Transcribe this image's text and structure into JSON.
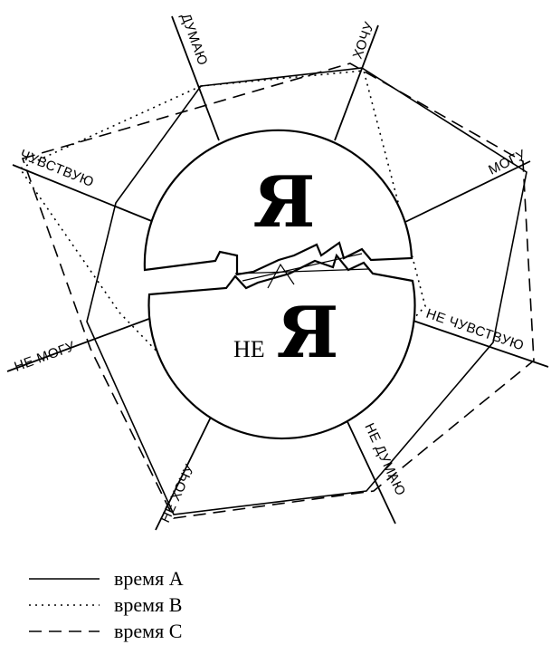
{
  "center": {
    "top_label": "Я",
    "bottom_prefix": "НЕ",
    "bottom_label": "Я"
  },
  "axes": [
    {
      "label": "ДУМАЮ"
    },
    {
      "label": "ХОЧУ"
    },
    {
      "label": "МОГУ"
    },
    {
      "label": "НЕ ЧУВСТВУЮ"
    },
    {
      "label": "НЕ ДУМАЮ"
    },
    {
      "label": "НЕ ХОЧУ"
    },
    {
      "label": "НЕ МОГУ"
    },
    {
      "label": "ЧУВСТВУЮ"
    }
  ],
  "legend": [
    {
      "label": "время A",
      "style": "solid"
    },
    {
      "label": "время B",
      "style": "dotted"
    },
    {
      "label": "время C",
      "style": "dashed"
    }
  ],
  "colors": {
    "ink": "#000000",
    "background": "#ffffff"
  }
}
